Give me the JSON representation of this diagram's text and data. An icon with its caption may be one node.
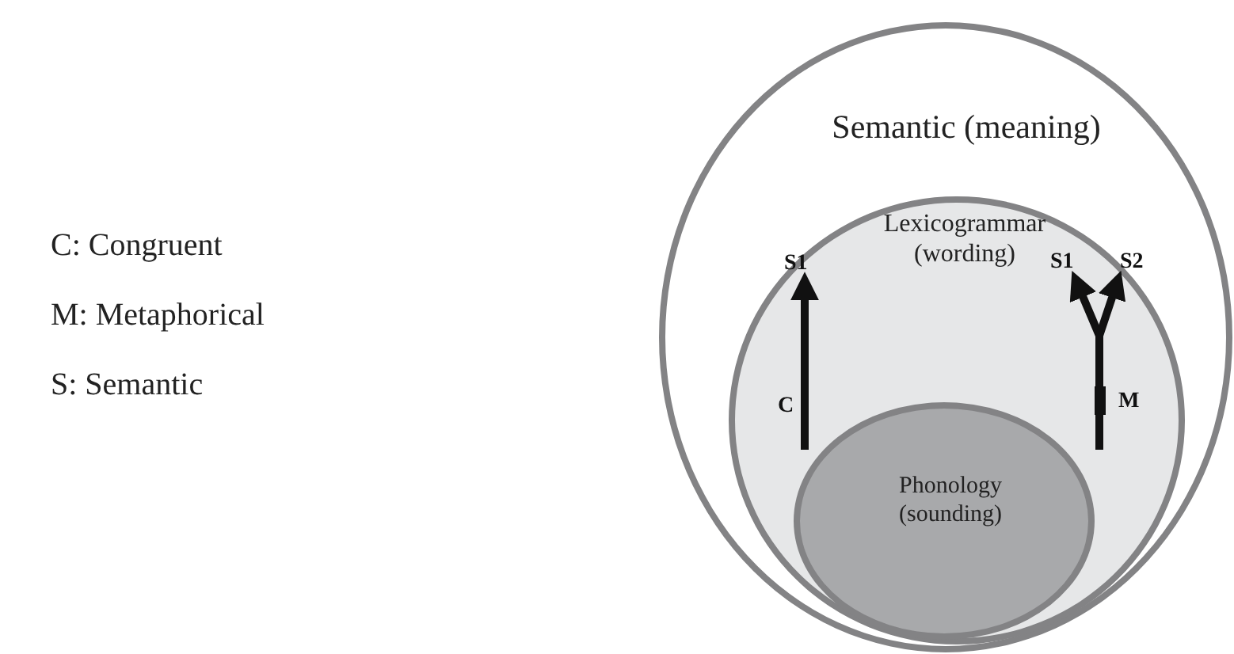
{
  "diagram": {
    "nodes": [
      {
        "text": [
          "Semantic (meaning)"
        ]
      },
      {
        "text": [
          "Lexicogrammar (wording)"
        ],
        "in": 0
      },
      {
        "text": [
          "Phonology (sounding)"
        ],
        "in": 1
      },
      {
        "text": [
          "S1"
        ],
        "in": 1
      },
      {
        "text": [
          "S1"
        ],
        "in": 1
      },
      {
        "text": [
          "S2"
        ],
        "in": 1
      }
    ],
    "edges": [
      {
        "from": 2,
        "to": 3,
        "arrow": "to",
        "label": "C"
      },
      {
        "from": 2,
        "to": 4,
        "arrow": "to",
        "label": "M"
      },
      {
        "from": 2,
        "to": 5,
        "arrow": "to"
      }
    ],
    "labels": [
      "C: Congruent",
      "M: Metaphorical",
      "S: Semantic"
    ]
  }
}
